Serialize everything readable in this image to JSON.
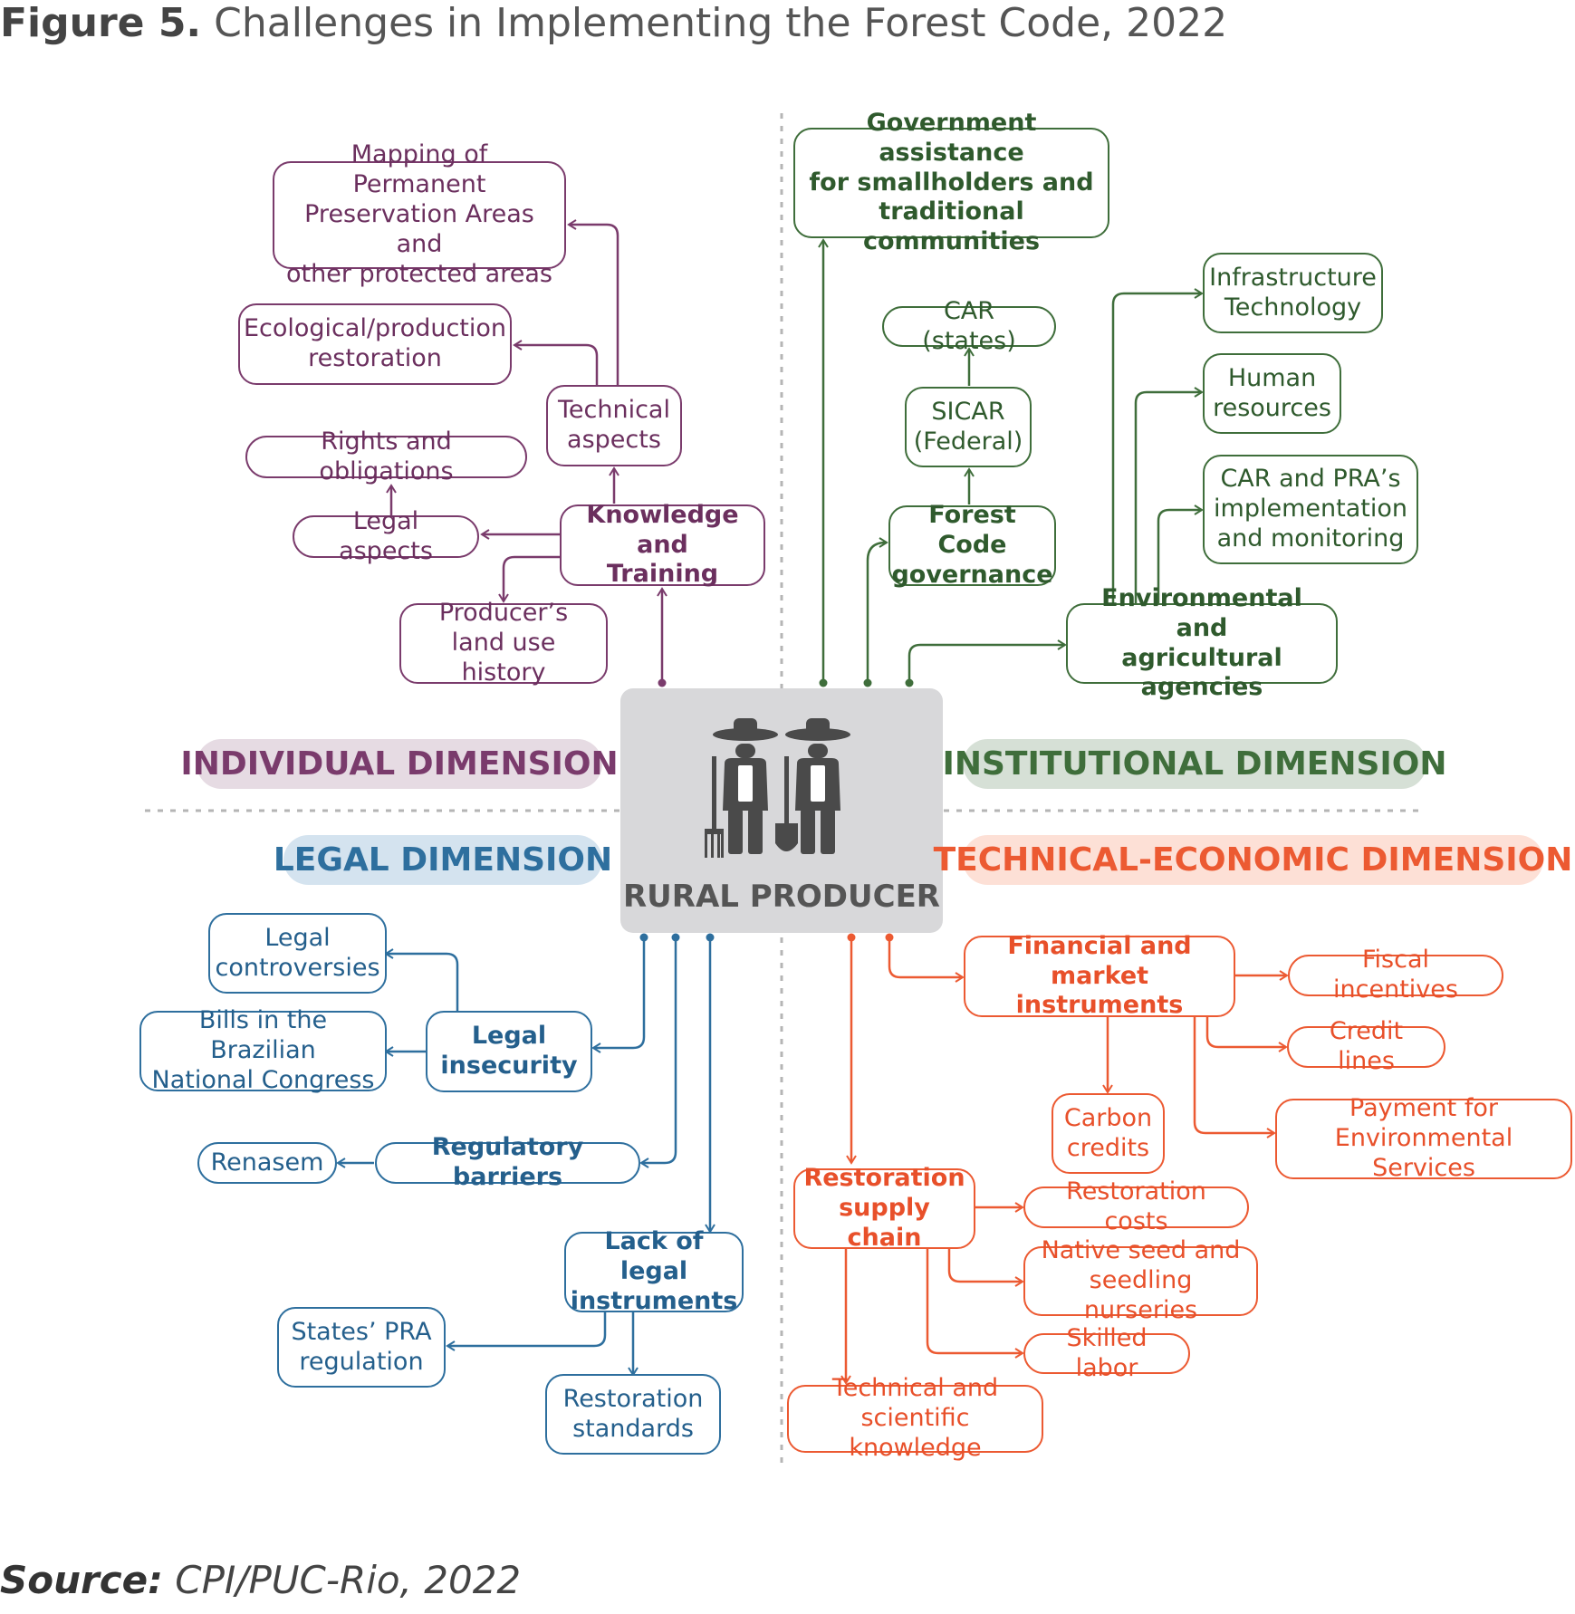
{
  "title": {
    "prefix": "Figure 5.",
    "text": "Challenges in Implementing the Forest Code, 2022"
  },
  "source": {
    "label": "Source:",
    "text": "CPI/PUC-Rio, 2022"
  },
  "center": {
    "label": "RURAL PRODUCER",
    "icon": "farmers-icon"
  },
  "colors": {
    "individual": "#7a3b6c",
    "institutional": "#3f6e3b",
    "legal": "#2e6f9e",
    "technical": "#ec5a32"
  },
  "dimensions": {
    "individual": "INDIVIDUAL DIMENSION",
    "institutional": "INSTITUTIONAL DIMENSION",
    "legal": "LEGAL DIMENSION",
    "technical": "TECHNICAL-ECONOMIC DIMENSION"
  },
  "individual": {
    "knowledge_training": "Knowledge and\nTraining",
    "technical_aspects": "Technical\naspects",
    "mapping_app": "Mapping of Permanent\nPreservation Areas and\nother protected areas",
    "ecological_restoration": "Ecological/production\nrestoration",
    "rights_obligations": "Rights and obligations",
    "legal_aspects": "Legal aspects",
    "land_use_history": "Producer’s\nland use history"
  },
  "institutional": {
    "government_assistance": "Government assistance\nfor smallholders and\ntraditional communities",
    "car_states": "CAR (states)",
    "sicar_federal": "SICAR\n(Federal)",
    "forest_code_governance": "Forest Code\ngovernance",
    "infrastructure_technology": "Infrastructure\nTechnology",
    "human_resources": "Human\nresources",
    "car_pra_implementation": "CAR and PRA’s\nimplementation\nand monitoring",
    "environmental_agencies": "Environmental and\nagricultural agencies"
  },
  "legal": {
    "legal_controversies": "Legal\ncontroversies",
    "bills_congress": "Bills in the Brazilian\nNational Congress",
    "legal_insecurity": "Legal\ninsecurity",
    "renasem": "Renasem",
    "regulatory_barriers": "Regulatory barriers",
    "lack_legal_instruments": "Lack of legal\ninstruments",
    "states_pra_regulation": "States’ PRA\nregulation",
    "restoration_standards": "Restoration\nstandards"
  },
  "technical": {
    "financial_market_instruments": "Financial and market\ninstruments",
    "fiscal_incentives": "Fiscal incentives",
    "credit_lines": "Credit lines",
    "carbon_credits": "Carbon\ncredits",
    "payment_env_services": "Payment for\nEnvironmental Services",
    "restoration_supply_chain": "Restoration\nsupply chain",
    "restoration_costs": "Restoration costs",
    "native_seed_nurseries": "Native seed and\nseedling nurseries",
    "skilled_labor": "Skilled labor",
    "technical_scientific_knowledge": "Technical and\nscientific knowledge"
  }
}
